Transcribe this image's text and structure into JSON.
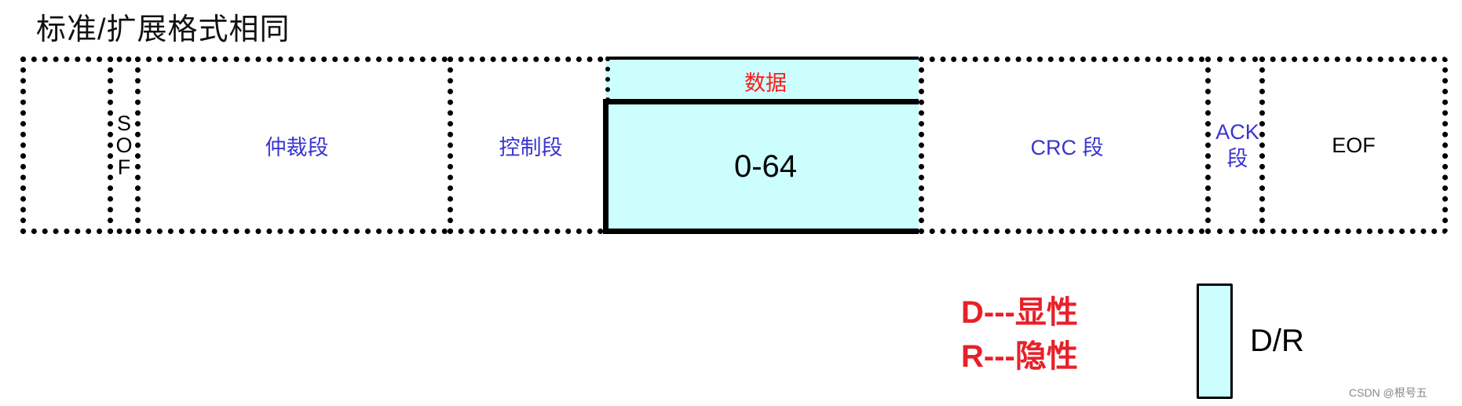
{
  "title": "标准/扩展格式相同",
  "frame": {
    "segments": [
      {
        "id": "idle",
        "label": "",
        "color": "#000000"
      },
      {
        "id": "sof",
        "label": [
          "S",
          "O",
          "F"
        ],
        "color": "#000000"
      },
      {
        "id": "arbitration",
        "label": "仲裁段",
        "color": "#3a35d0"
      },
      {
        "id": "control",
        "label": "控制段",
        "color": "#3a35d0"
      },
      {
        "id": "data",
        "header": "数据",
        "header_color": "#ff1a1a",
        "value": "0-64",
        "fill": "#ccfefe"
      },
      {
        "id": "crc",
        "label": "CRC 段",
        "color": "#3a35d0"
      },
      {
        "id": "ack",
        "label": [
          "ACK",
          "段"
        ],
        "color": "#3a35d0"
      },
      {
        "id": "eof",
        "label": "EOF",
        "color": "#000000"
      }
    ]
  },
  "legend": {
    "dominant": "D---显性",
    "recessive": "R---隐性",
    "text_color": "#e8202a",
    "box_fill": "#ccfefe",
    "box_label": "D/R"
  },
  "watermark": "CSDN @根号五"
}
